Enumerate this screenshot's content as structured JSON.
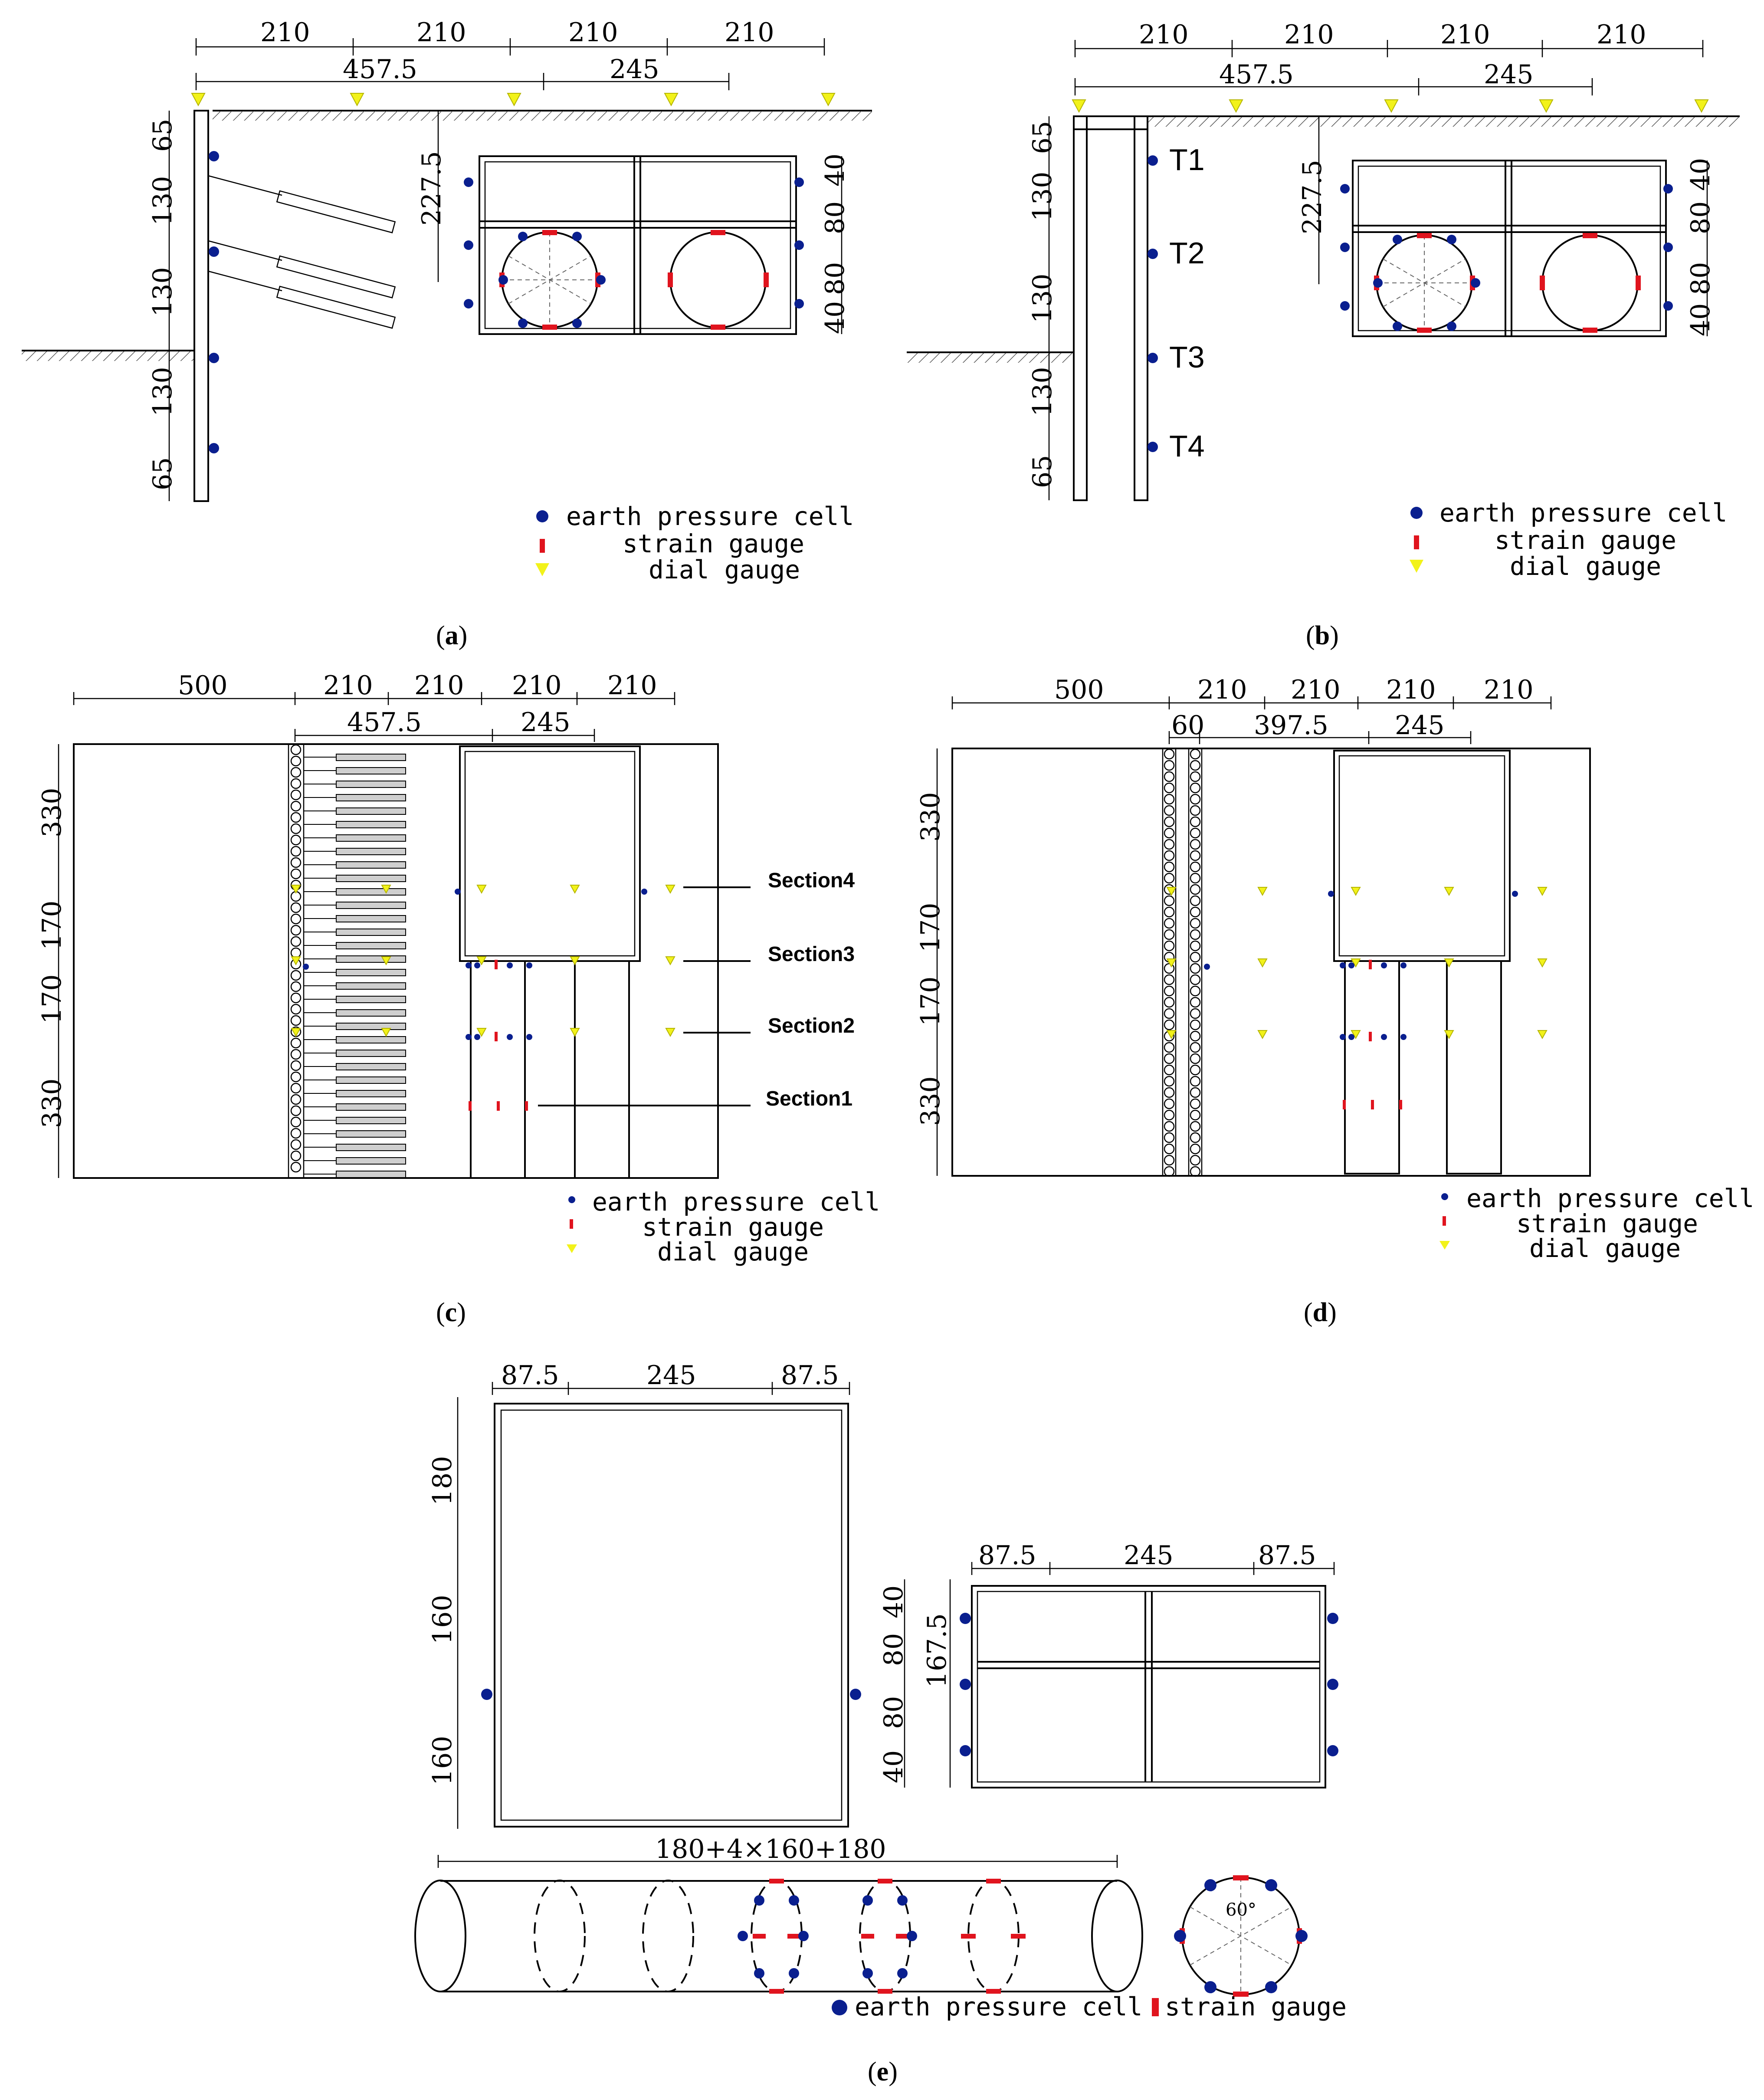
{
  "colors": {
    "earth_pressure_cell": "#0a1f8f",
    "strain_gauge": "#e0141e",
    "dial_gauge": "#f2f21a",
    "line": "#000000"
  },
  "legend": {
    "earth_pressure_cell": "earth pressure cell",
    "strain_gauge": "strain gauge",
    "dial_gauge": "dial gauge"
  },
  "panel_a": {
    "caption": "a",
    "top_dims": [
      "210",
      "210",
      "210",
      "210"
    ],
    "second_dims": [
      "457.5",
      "245"
    ],
    "left_dims": [
      "65",
      "130",
      "130",
      "130",
      "65"
    ],
    "box_left_dim": "227.5",
    "box_right_dims": [
      "40",
      "80",
      "80",
      "40"
    ]
  },
  "panel_b": {
    "caption": "b",
    "top_dims": [
      "210",
      "210",
      "210",
      "210"
    ],
    "second_dims": [
      "457.5",
      "245"
    ],
    "left_dims": [
      "65",
      "130",
      "130",
      "130",
      "65"
    ],
    "box_left_dim": "227.5",
    "box_right_dims": [
      "40",
      "80",
      "80",
      "40"
    ],
    "point_labels": [
      "T1",
      "T2",
      "T3",
      "T4"
    ]
  },
  "panel_c": {
    "caption": "c",
    "top_dims": [
      "500",
      "210",
      "210",
      "210",
      "210"
    ],
    "second_dims": [
      "457.5",
      "245"
    ],
    "left_dims": [
      "330",
      "170",
      "170",
      "330"
    ],
    "sections": [
      "Section4",
      "Section3",
      "Section2",
      "Section1"
    ]
  },
  "panel_d": {
    "caption": "d",
    "top_dims": [
      "500",
      "210",
      "210",
      "210",
      "210"
    ],
    "second_dims": [
      "60",
      "397.5",
      "245"
    ],
    "left_dims": [
      "330",
      "170",
      "170",
      "330"
    ]
  },
  "panel_e": {
    "caption": "e",
    "plan_top_dims": [
      "87.5",
      "245",
      "87.5"
    ],
    "plan_left_dims": [
      "180",
      "160",
      "160"
    ],
    "section_top_dims": [
      "87.5",
      "245",
      "87.5"
    ],
    "section_left_dim": "167.5",
    "section_right_dims": [
      "40",
      "80",
      "80",
      "40"
    ],
    "pipe_dim": "180+4×160+180",
    "angle_label": "60°"
  }
}
